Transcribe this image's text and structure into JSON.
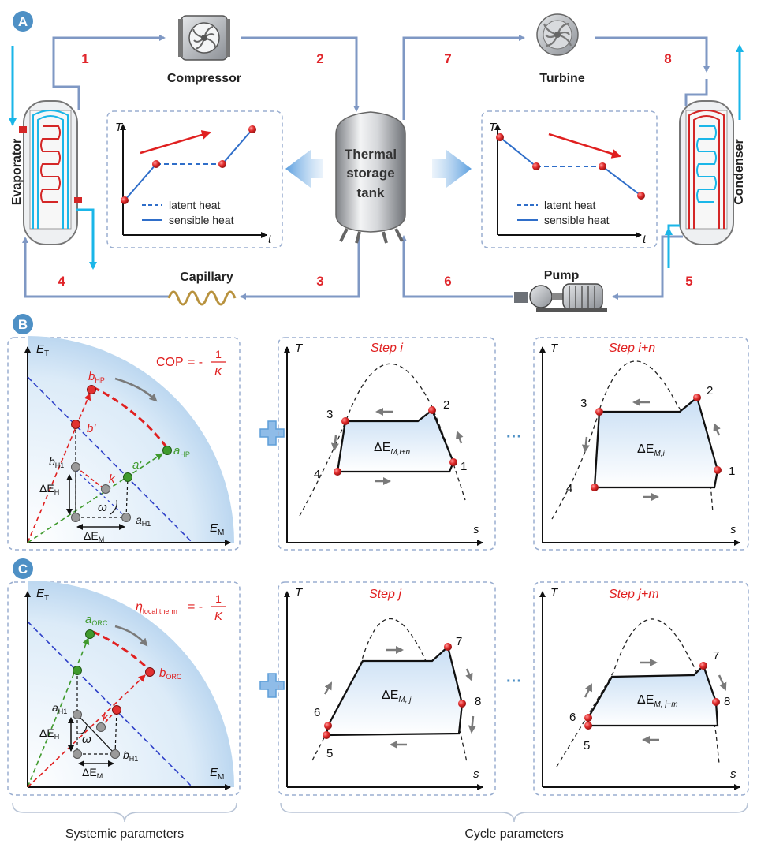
{
  "panel_labels": [
    "A",
    "B",
    "C"
  ],
  "section_a": {
    "state_numbers": [
      "1",
      "2",
      "3",
      "4",
      "5",
      "6",
      "7",
      "8"
    ],
    "components": {
      "compressor": "Compressor",
      "turbine": "Turbine",
      "evaporator": "Evaporator",
      "condenser": "Condenser",
      "capillary": "Capillary",
      "pump": "Pump",
      "tank": [
        "Thermal",
        "storage",
        "tank"
      ]
    },
    "mini_charts": {
      "y_label": "T",
      "x_label": "t",
      "legend_latent": "latent heat",
      "legend_sensible": "sensible heat"
    }
  },
  "section_b": {
    "axis_y": "E",
    "axis_y_sub": "T",
    "axis_x": "E",
    "axis_x_sub": "M",
    "formula_lhs": "COP",
    "formula_eq": "= -",
    "formula_num": "1",
    "formula_den": "K",
    "points": {
      "b_hp": "b",
      "b_hp_sub": "HP",
      "b_prime": "b'",
      "a_hp": "a",
      "a_hp_sub": "HP",
      "a_prime": "a'",
      "b_h1": "b",
      "b_h1_sub": "H1",
      "a_h1": "a",
      "a_h1_sub": "H1",
      "k": "k",
      "omega": "ω",
      "delta_eh": "ΔE",
      "delta_eh_sub": "H",
      "delta_em": "ΔE",
      "delta_em_sub": "M"
    },
    "cycle_left": {
      "step": "Step i",
      "area": "ΔE",
      "area_sub": "M,i+n",
      "state_numbers": [
        "1",
        "2",
        "3",
        "4"
      ]
    },
    "cycle_right": {
      "step": "Step  i+n",
      "area": "ΔE",
      "area_sub": "M,i",
      "state_numbers": [
        "1",
        "2",
        "3",
        "4"
      ]
    }
  },
  "section_c": {
    "axis_y": "E",
    "axis_y_sub": "T",
    "axis_x": "E",
    "axis_x_sub": "M",
    "formula_lhs": "η",
    "formula_lhs_sub": "local,therm",
    "formula_eq": "= -",
    "formula_num": "1",
    "formula_den": "K",
    "points": {
      "a_orc": "a",
      "a_orc_sub": "ORC",
      "b_orc": "b",
      "b_orc_sub": "ORC",
      "a_h1": "a",
      "a_h1_sub": "H1",
      "b_h1": "b",
      "b_h1_sub": "H1",
      "k": "k",
      "omega": "ω",
      "delta_eh": "ΔE",
      "delta_eh_sub": "H",
      "delta_em": "ΔE",
      "delta_em_sub": "M"
    },
    "cycle_left": {
      "step": "Step j",
      "area": "ΔE",
      "area_sub": "M, j",
      "state_numbers": [
        "5",
        "6",
        "7",
        "8"
      ]
    },
    "cycle_right": {
      "step": "Step  j+m",
      "area": "ΔE",
      "area_sub": "M, j+m",
      "state_numbers": [
        "5",
        "6",
        "7",
        "8"
      ]
    }
  },
  "cycle_axes": {
    "y": "T",
    "x": "s"
  },
  "ellipsis": "···",
  "footer": {
    "left": "Systemic parameters",
    "right": "Cycle parameters"
  },
  "colors": {
    "pipe": "#7f98c4",
    "panel_border": "#9aaed0",
    "state_red": "#e0252a",
    "cyan": "#1ab6e8",
    "badge": "#4e90c5",
    "plus": "#5f9ed8",
    "point_red": "#e23030",
    "point_green": "#3f9a2d",
    "point_grey": "#9a9a9a",
    "line_blue": "#2f6ec9"
  }
}
